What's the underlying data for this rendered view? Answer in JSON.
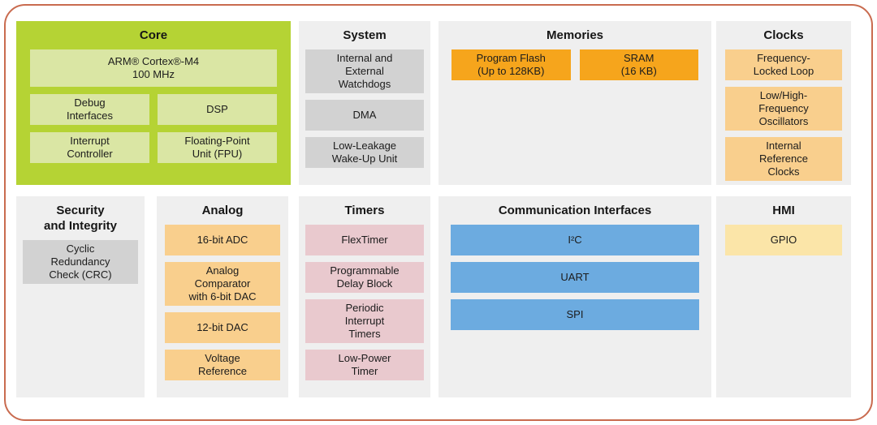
{
  "diagram": {
    "border_color": "#c96b4f",
    "text_color": "#1c1c1c",
    "sections": {
      "core": {
        "title": "Core",
        "panel_bg": "#b5d334",
        "block_bg": "#dae6a4",
        "main_block": "ARM® Cortex®-M4\n100 MHz",
        "grid_blocks": [
          "Debug\nInterfaces",
          "DSP",
          "Interrupt\nController",
          "Floating-Point\nUnit (FPU)"
        ]
      },
      "system": {
        "title": "System",
        "panel_bg": "#efefef",
        "block_bg": "#d2d2d2",
        "blocks": [
          "Internal and\nExternal\nWatchdogs",
          "DMA",
          "Low-Leakage\nWake-Up Unit"
        ]
      },
      "memories": {
        "title": "Memories",
        "panel_bg": "#efefef",
        "block_bg": "#f6a51c",
        "blocks": [
          "Program Flash\n(Up to 128KB)",
          "SRAM\n(16 KB)"
        ]
      },
      "clocks": {
        "title": "Clocks",
        "panel_bg": "#efefef",
        "block_bg": "#f9cf8d",
        "blocks": [
          "Frequency-\nLocked Loop",
          "Low/High-\nFrequency\nOscillators",
          "Internal\nReference\nClocks"
        ]
      },
      "security": {
        "title": "Security\nand Integrity",
        "panel_bg": "#efefef",
        "block_bg": "#d2d2d2",
        "blocks": [
          "Cyclic\nRedundancy\nCheck (CRC)"
        ]
      },
      "analog": {
        "title": "Analog",
        "panel_bg": "#efefef",
        "block_bg": "#f9cf8d",
        "blocks": [
          "16-bit ADC",
          "Analog\nComparator\nwith 6-bit DAC",
          "12-bit DAC",
          "Voltage\nReference"
        ]
      },
      "timers": {
        "title": "Timers",
        "panel_bg": "#efefef",
        "block_bg": "#e9c9ce",
        "blocks": [
          "FlexTimer",
          "Programmable\nDelay Block",
          "Periodic\nInterrupt\nTimers",
          "Low-Power\nTimer"
        ]
      },
      "comm": {
        "title": "Communication Interfaces",
        "panel_bg": "#efefef",
        "block_bg": "#6cabe0",
        "blocks": [
          "I²C",
          "UART",
          "SPI"
        ]
      },
      "hmi": {
        "title": "HMI",
        "panel_bg": "#efefef",
        "block_bg": "#fbe5a8",
        "blocks": [
          "GPIO"
        ]
      }
    }
  }
}
